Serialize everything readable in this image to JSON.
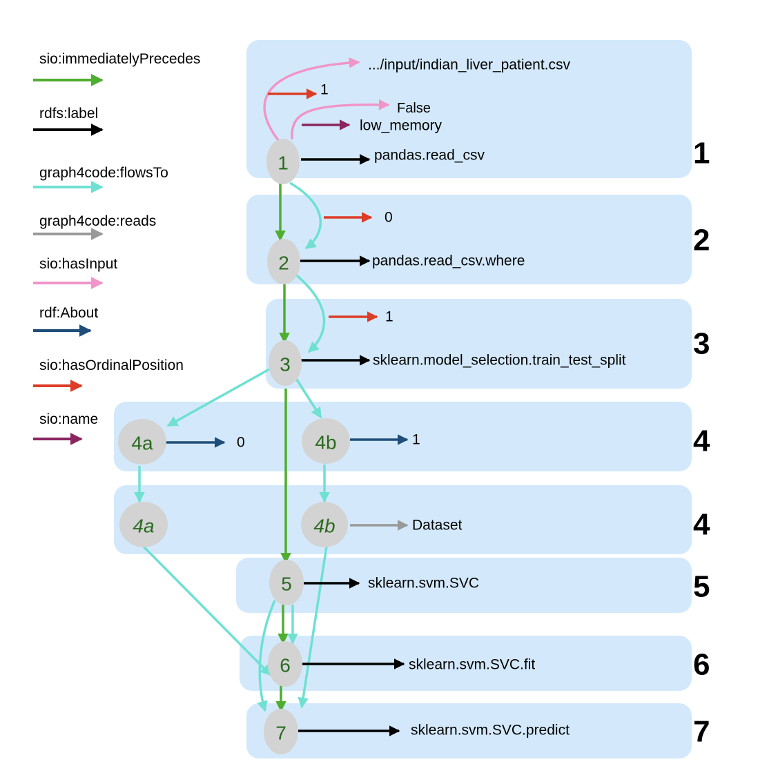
{
  "legend": [
    {
      "label": "sio:immediatelyPrecedes",
      "color": "#4fad2f"
    },
    {
      "label": "rdfs:label",
      "color": "#000000"
    },
    {
      "label": "graph4code:flowsTo",
      "color": "#6fe0d2"
    },
    {
      "label": "graph4code:reads",
      "color": "#999999"
    },
    {
      "label": "sio:hasInput",
      "color": "#f095c8"
    },
    {
      "label": "rdf:About",
      "color": "#1f4e7a"
    },
    {
      "label": "sio:hasOrdinalPosition",
      "color": "#dd3d27"
    },
    {
      "label": "sio:name",
      "color": "#8a2560"
    }
  ],
  "rows": [
    {
      "number": "1"
    },
    {
      "number": "2"
    },
    {
      "number": "3"
    },
    {
      "number": "4"
    },
    {
      "number": "4"
    },
    {
      "number": "5"
    },
    {
      "number": "6"
    },
    {
      "number": "7"
    }
  ],
  "nodes": {
    "n1": "1",
    "n2": "2",
    "n3": "3",
    "n4a": "4a",
    "n4b": "4b",
    "n4a2": "4a",
    "n4b2": "4b",
    "n5": "5",
    "n6": "6",
    "n7": "7"
  },
  "literals": {
    "input_path": ".../input/indian_liver_patient.csv",
    "ord1_step1": "1",
    "false_value": "False",
    "low_memory": "low_memory",
    "label1": "pandas.read_csv",
    "ord2": "0",
    "label2": "pandas.read_csv.where",
    "ord3": "1",
    "label3": "sklearn.model_selection.train_test_split",
    "about4a": "0",
    "about4b": "1",
    "dataset": "Dataset",
    "label5": "sklearn.svm.SVC",
    "label6": "sklearn.svm.SVC.fit",
    "label7": "sklearn.svm.SVC.predict"
  },
  "colors": {
    "box": "#d3e9fb",
    "node": "#d3d3d3",
    "node_text": "#2a6b1e"
  }
}
